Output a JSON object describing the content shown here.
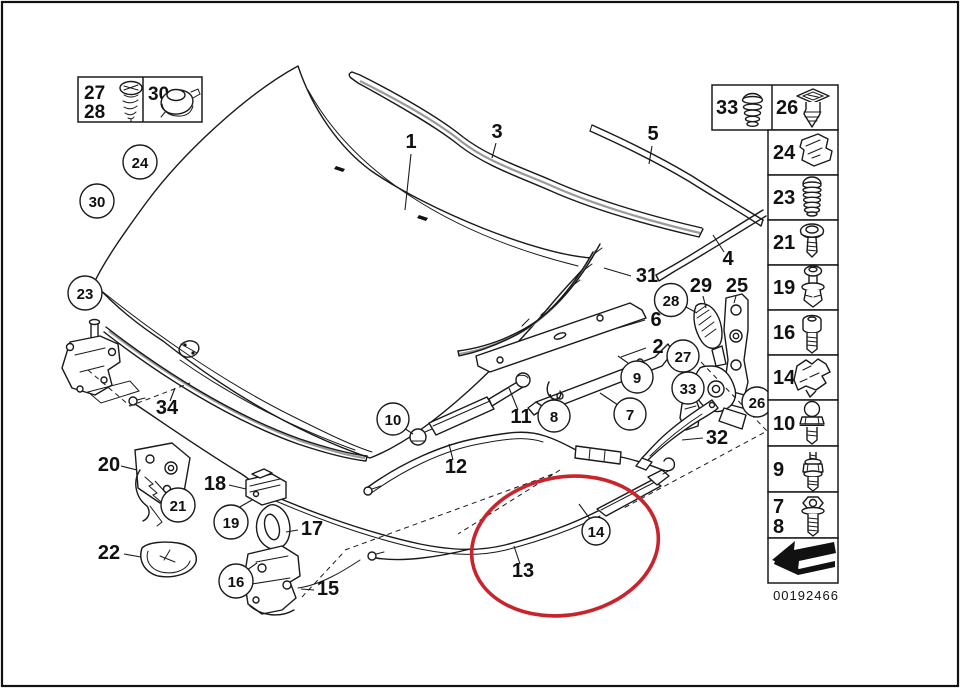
{
  "figure": {
    "type": "exploded-parts-diagram",
    "subject": "Engine hood / bonnet with seals, hinges, lock and bowden cables",
    "doc_number": "00192466"
  },
  "colors": {
    "line": "#1a1a1a",
    "highlight": "#c9242b",
    "background": "#ffffff"
  },
  "highlight": {
    "shape": "ellipse",
    "color": "#c9242b",
    "encircled_labels": [
      "13",
      "14"
    ]
  },
  "legend_box": {
    "cells": [
      {
        "numbers": [
          "27",
          "28"
        ],
        "icon": "phillips-screw-icon"
      },
      {
        "numbers": [
          "30"
        ],
        "icon": "grommet-clip-icon"
      }
    ]
  },
  "sidebar": {
    "top_row": [
      {
        "number": "33",
        "icon": "rubber-buffer-icon"
      },
      {
        "number": "26",
        "icon": "expansion-rivet-icon"
      }
    ],
    "rows": [
      {
        "number": "24",
        "icon": "clamp-clip-icon"
      },
      {
        "number": "23",
        "icon": "threaded-buffer-icon"
      },
      {
        "number": "21",
        "icon": "washer-screw-icon"
      },
      {
        "number": "19",
        "icon": "expansion-pin-icon"
      },
      {
        "number": "16",
        "icon": "cheese-head-bolt-icon"
      },
      {
        "number": "14",
        "icon": "plastic-clip-icon"
      },
      {
        "number": "10",
        "icon": "ball-stud-icon"
      },
      {
        "number": "9",
        "icon": "stud-with-nut-icon"
      },
      {
        "numbers": [
          "7",
          "8"
        ],
        "icon": "hex-bolt-icon"
      }
    ],
    "footer_icon": "direction-arrow-icon",
    "doc_number": "00192466"
  },
  "callouts": {
    "plain": [
      "1",
      "3",
      "5",
      "4",
      "31",
      "29",
      "25",
      "6",
      "2",
      "11",
      "12",
      "13",
      "34",
      "20",
      "22",
      "18",
      "17",
      "15",
      "32"
    ],
    "circled": [
      "24",
      "30",
      "23",
      "28",
      "27",
      "33",
      "9",
      "7",
      "8",
      "10",
      "26",
      "21",
      "19",
      "16",
      "14"
    ]
  }
}
